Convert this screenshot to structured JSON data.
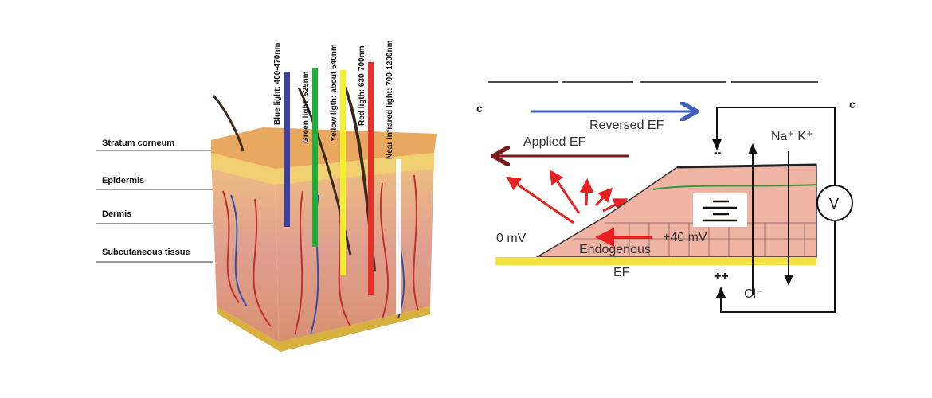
{
  "skin_diagram": {
    "layers": [
      "Stratum corneum",
      "Epidermis",
      "Dermis",
      "Subcutaneous tissue"
    ],
    "lights": [
      {
        "label": "Blue light: 400-470nm",
        "color": "#3b3fa8"
      },
      {
        "label": "Green light: 525nm",
        "color": "#1fae3c"
      },
      {
        "label": "Yellow ligth: about 540nm",
        "color": "#f5ef2a"
      },
      {
        "label": "Red ligth: 630-700nm",
        "color": "#e8302a"
      },
      {
        "label": "Near infrared light: 700-1200nm",
        "color": "#ffffff"
      }
    ]
  },
  "ef_diagram": {
    "panel_letter": "c",
    "panel_letter_next": "c",
    "reversed_ef": "Reversed EF",
    "applied_ef": "Applied EF",
    "zero_mv": "0 mV",
    "plus_40_mv": "+40 mV",
    "endogenous": "Endogenous",
    "ef": "EF",
    "minus_sign": "--",
    "plus_sign": "++",
    "cations": "Na⁺ K⁺",
    "anion": "Cl⁻",
    "voltmeter": "V",
    "colors": {
      "reversed": "#3f5fc0",
      "applied": "#7a1a1a",
      "endogenous": "#e82020",
      "substrate": "#f0e040",
      "cells": "#f0b4a4"
    }
  }
}
